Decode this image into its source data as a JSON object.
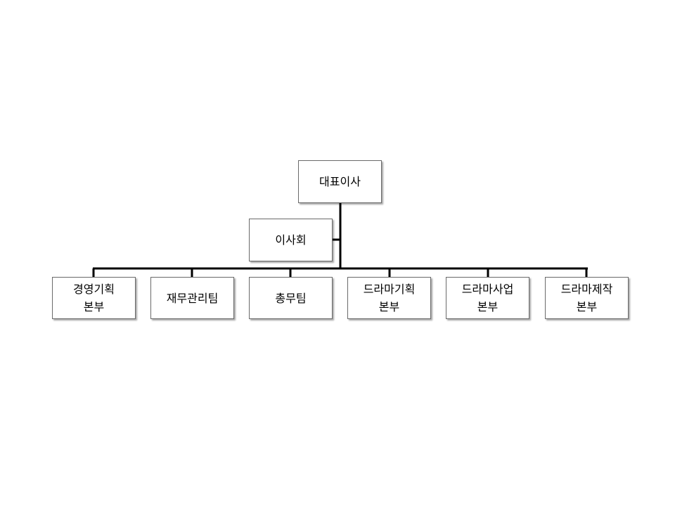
{
  "chart": {
    "ceo": {
      "label": "대표이사"
    },
    "board": {
      "label": "이사회"
    },
    "departments": [
      {
        "line1": "경영기획",
        "line2": "본부"
      },
      {
        "line1": "재무관리팀",
        "line2": ""
      },
      {
        "line1": "총무팀",
        "line2": ""
      },
      {
        "line1": "드라마기획",
        "line2": "본부"
      },
      {
        "line1": "드라마사업",
        "line2": "본부"
      },
      {
        "line1": "드라마제작",
        "line2": "본부"
      }
    ]
  }
}
